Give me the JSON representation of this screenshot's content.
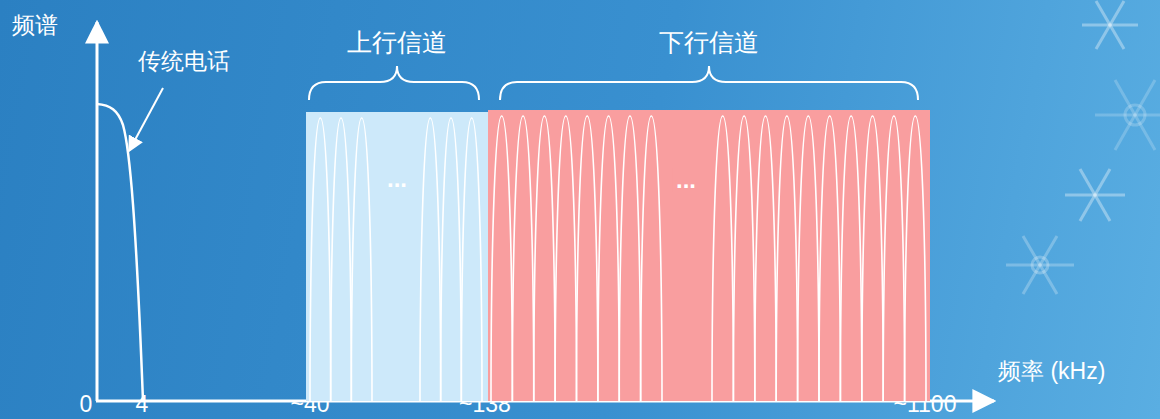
{
  "diagram": {
    "nodes": [
      {
        "text": [
          "上行信道",
          "..."
        ]
      },
      {
        "text": [
          "下行信道",
          "..."
        ]
      }
    ],
    "labels": [
      "频谱",
      "传统电话",
      "频率 (kHz)",
      "0",
      "4",
      "~40",
      "~138",
      "~1100"
    ]
  }
}
